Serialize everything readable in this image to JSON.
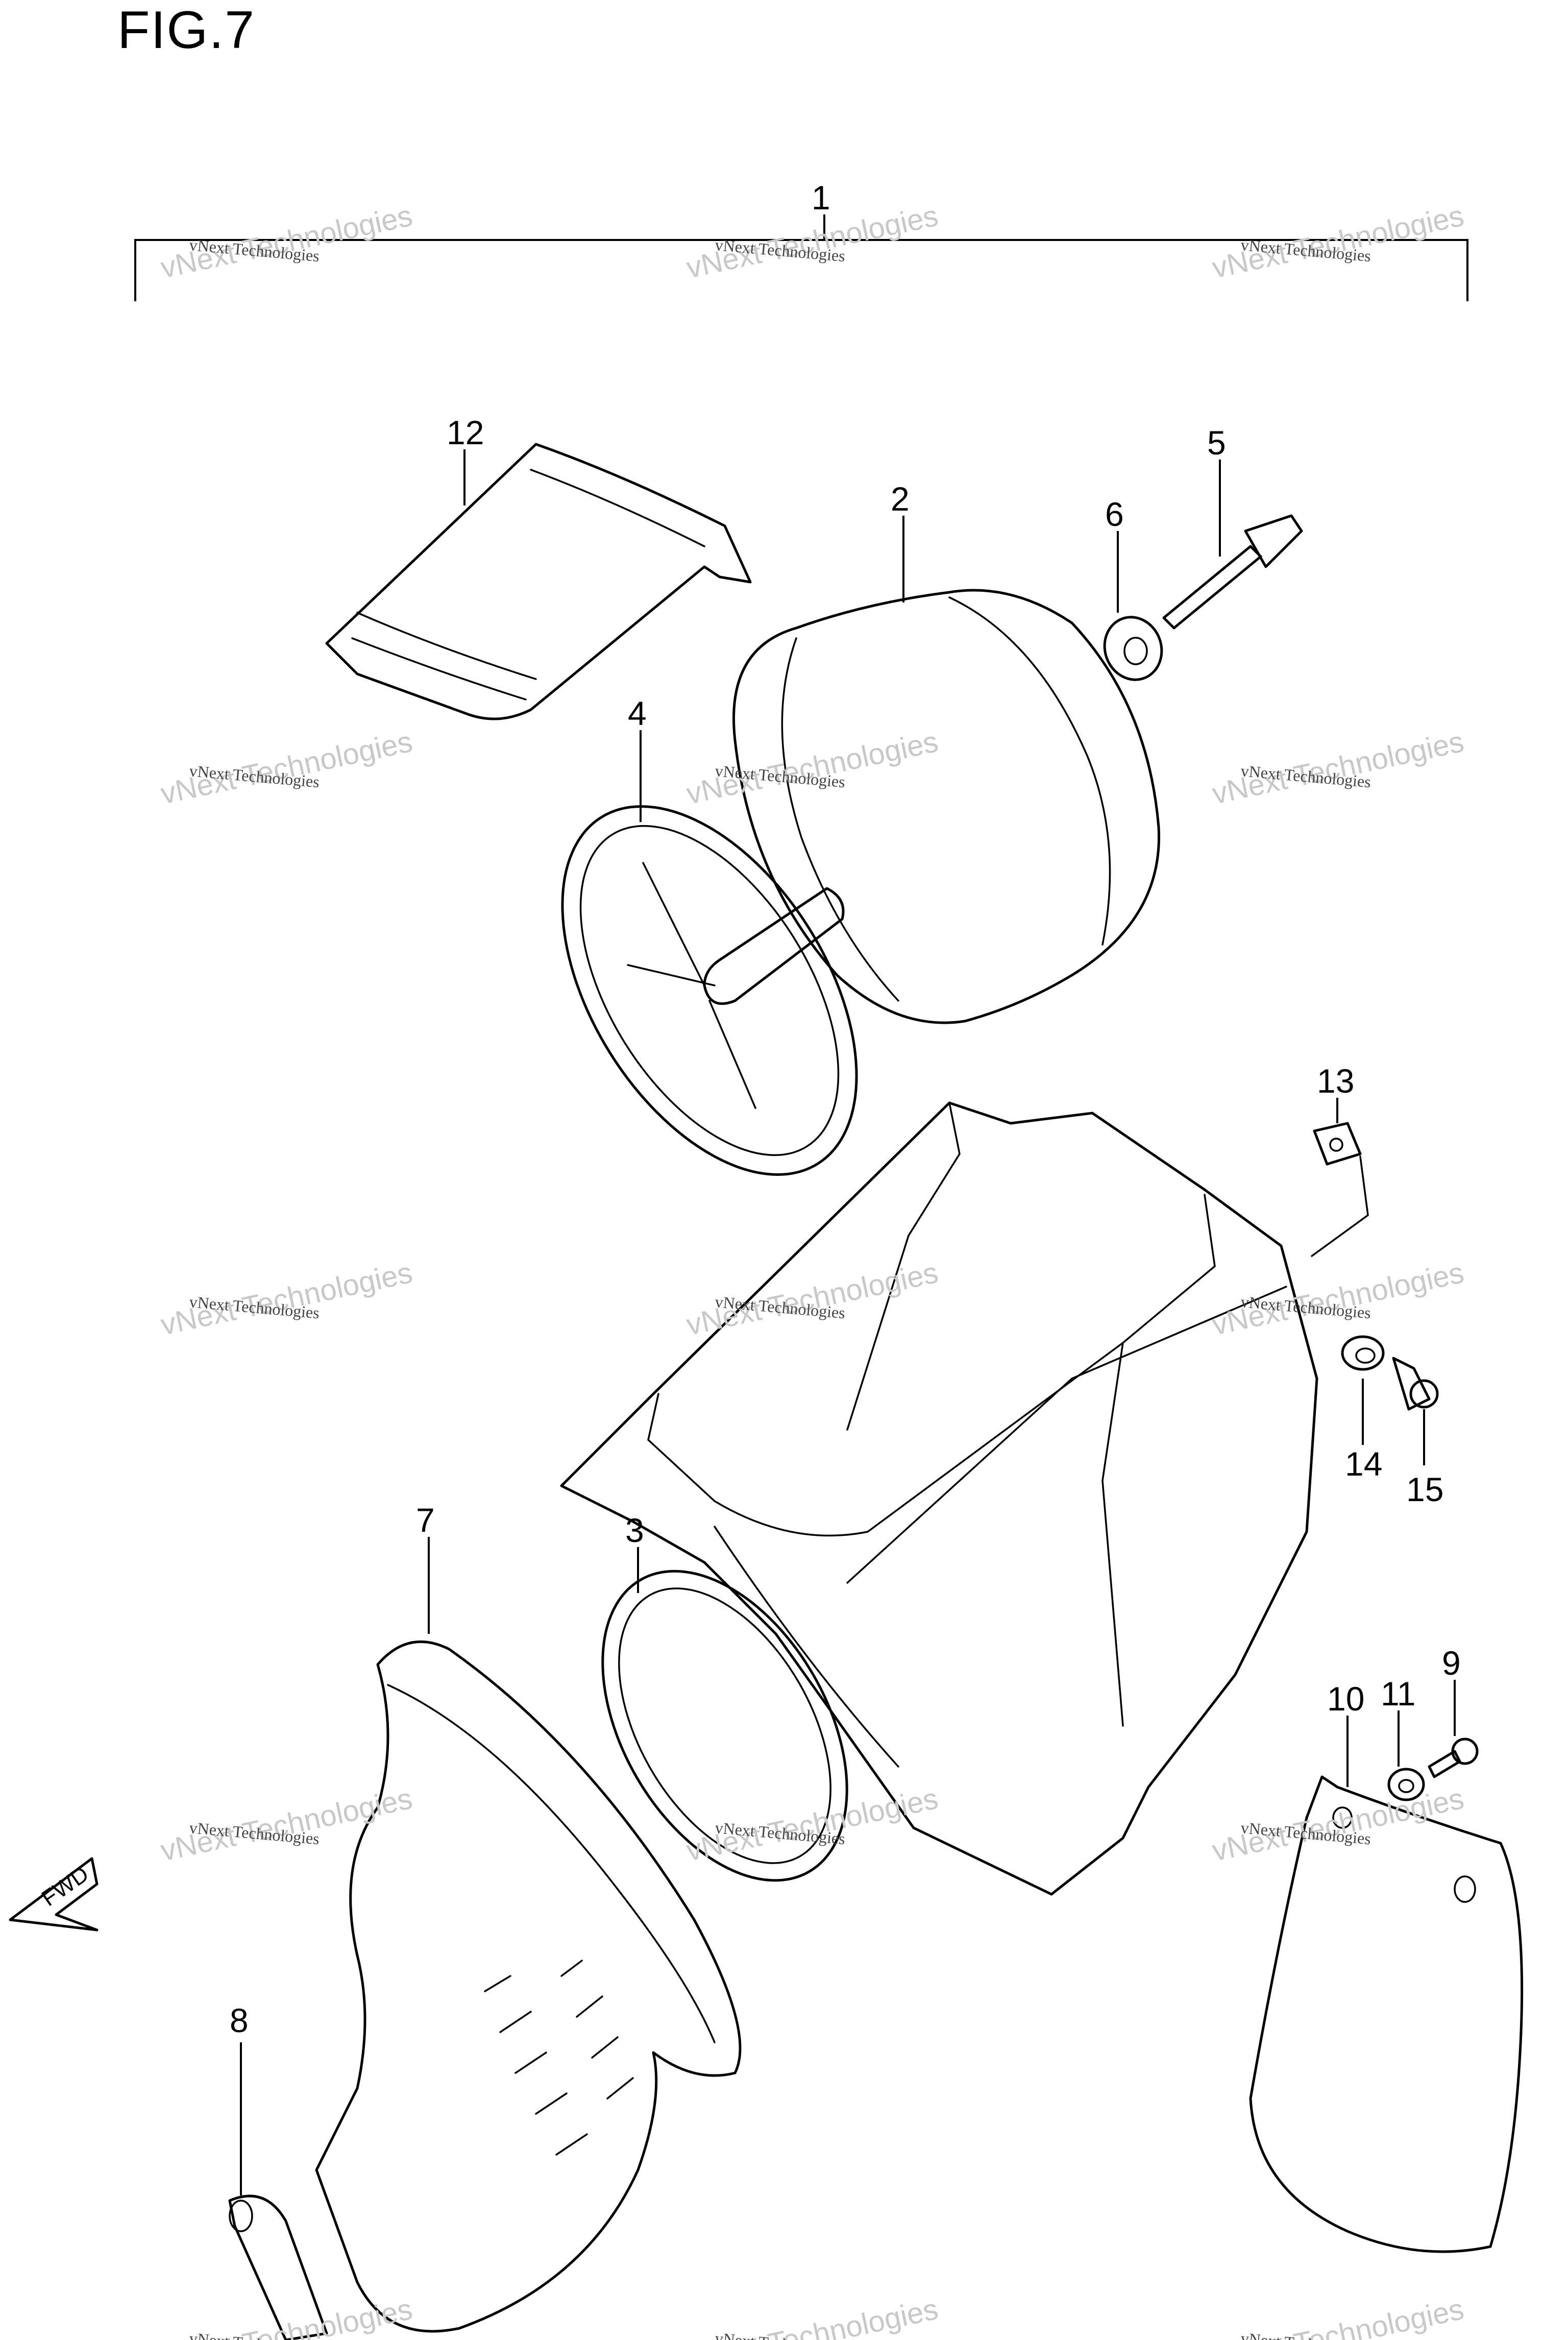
{
  "figure": {
    "title": "FIG.7"
  },
  "callouts": [
    {
      "id": "p1",
      "label": "1"
    },
    {
      "id": "p2",
      "label": "2"
    },
    {
      "id": "p3",
      "label": "3"
    },
    {
      "id": "p4",
      "label": "4"
    },
    {
      "id": "p5",
      "label": "5"
    },
    {
      "id": "p6",
      "label": "6"
    },
    {
      "id": "p7",
      "label": "7"
    },
    {
      "id": "p8",
      "label": "8"
    },
    {
      "id": "p9",
      "label": "9"
    },
    {
      "id": "p10",
      "label": "10"
    },
    {
      "id": "p11",
      "label": "11"
    },
    {
      "id": "p12",
      "label": "12"
    },
    {
      "id": "p13",
      "label": "13"
    },
    {
      "id": "p14",
      "label": "14"
    },
    {
      "id": "p15",
      "label": "15"
    }
  ],
  "direction_arrow": {
    "label": "FWD"
  },
  "watermark": {
    "line1": "vNext Technologies",
    "line2": "vNext Technologies"
  }
}
